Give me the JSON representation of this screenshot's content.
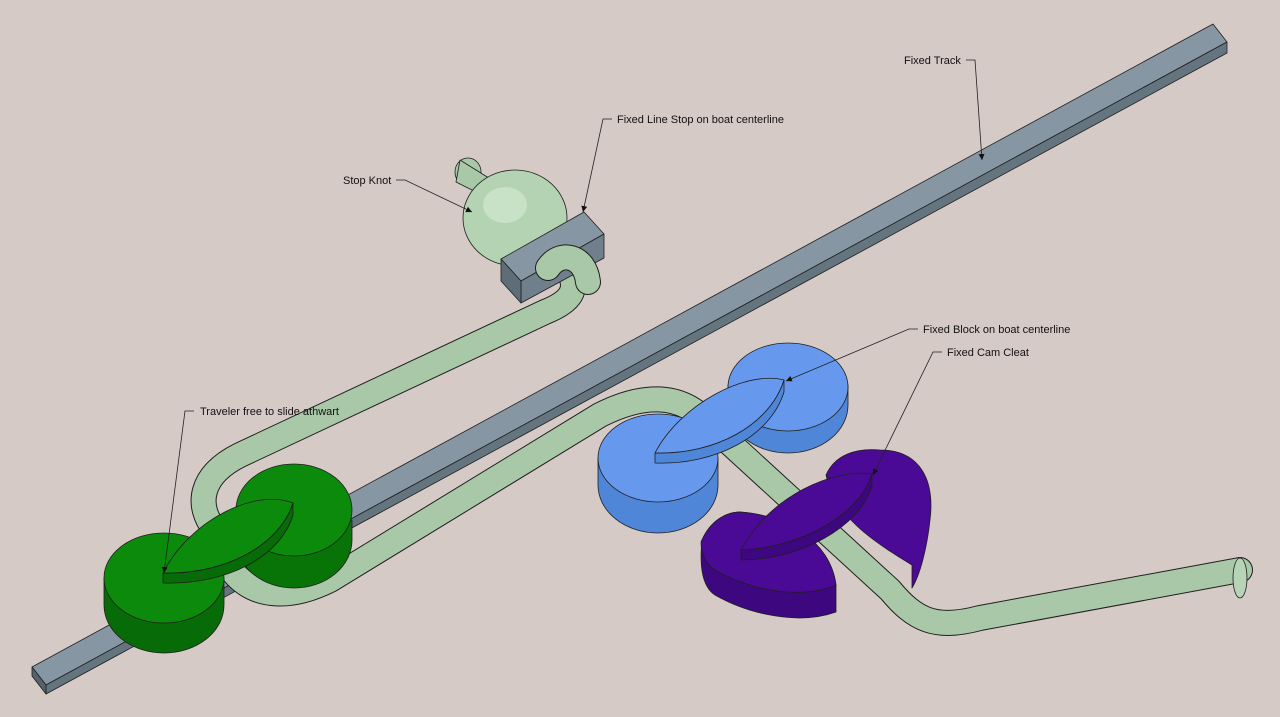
{
  "labels": {
    "fixed_track": "Fixed Track",
    "fixed_line_stop": "Fixed Line Stop on boat centerline",
    "stop_knot": "Stop Knot",
    "fixed_block": "Fixed Block on boat centerline",
    "fixed_cam_cleat": "Fixed Cam Cleat",
    "traveler": "Traveler free to slide athwart"
  },
  "colors": {
    "background": "#d6cac6",
    "track": "#7a8b98",
    "rope": "#a9c8a8",
    "traveler": "#0c8a0c",
    "block": "#6699ee",
    "cam_cleat": "#4b0a96"
  }
}
